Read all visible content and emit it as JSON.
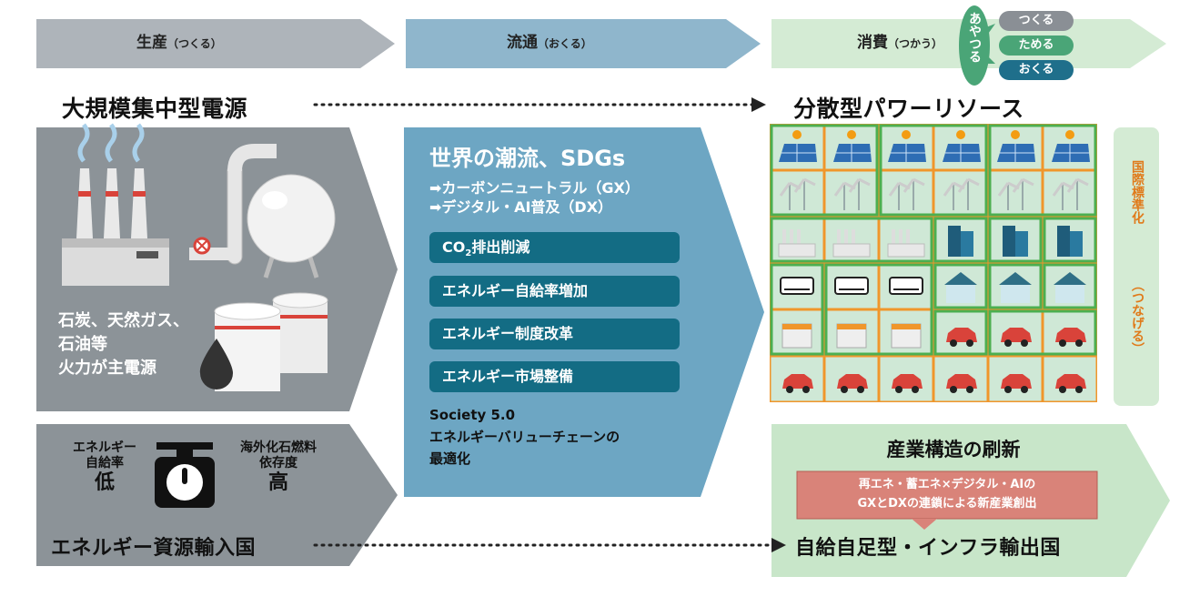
{
  "header": {
    "production": {
      "main": "生産",
      "sub": "（つくる）",
      "color": "#aeb4ba"
    },
    "distribution": {
      "main": "流通",
      "sub": "（おくる）",
      "color": "#8fb6cc"
    },
    "consumption": {
      "main": "消費",
      "sub": "（つかう）",
      "color": "#d4ebd4"
    }
  },
  "ayatsuru": {
    "label": "あやつる",
    "pills": [
      {
        "label": "つくる",
        "color": "#8a8f95"
      },
      {
        "label": "ためる",
        "color": "#4aa577"
      },
      {
        "label": "おくる",
        "color": "#1f6f8b"
      }
    ]
  },
  "row_titles": {
    "left": "大規模集中型電源",
    "right": "分散型パワーリソース",
    "bottom_left": "エネルギー資源輸入国",
    "bottom_right": "自給自足型・インフラ輸出国"
  },
  "production_panel": {
    "caption_lines": [
      "石炭、天然ガス、",
      "石油等",
      "火力が主電源"
    ]
  },
  "scale_panel": {
    "left_lines": [
      "エネルギー",
      "自給率"
    ],
    "left_value": "低",
    "right_lines": [
      "海外化石燃料",
      "依存度"
    ],
    "right_value": "高"
  },
  "distribution_panel": {
    "title": "世界の潮流、SDGs",
    "bullets": [
      "➡カーボンニュートラル（GX）",
      "➡デジタル・AI普及（DX）"
    ],
    "boxes": [
      {
        "prefix": "CO",
        "sub": "2",
        "suffix": "排出削減"
      },
      {
        "text": "エネルギー自給率増加"
      },
      {
        "text": "エネルギー制度改革"
      },
      {
        "text": "エネルギー市場整備"
      }
    ],
    "footer_lines": [
      "Society 5.0",
      "エネルギーバリューチェーンの",
      "最適化"
    ]
  },
  "standardization": {
    "main": "国際標準化",
    "sub": "（つなげる）"
  },
  "industry_panel": {
    "title": "産業構造の刷新",
    "box_lines": [
      "再エネ・蓄エネ×デジタル・AIの",
      "GXとDXの連鎖による新産業創出"
    ]
  },
  "grid": {
    "rows": [
      "solar",
      "wind",
      "factory",
      "home",
      "ev",
      "car"
    ],
    "cols": 6
  },
  "colors": {
    "dark_gray": "#4f5559",
    "teal": "#136c84",
    "orange": "#f0962b",
    "green": "#4caf50"
  }
}
